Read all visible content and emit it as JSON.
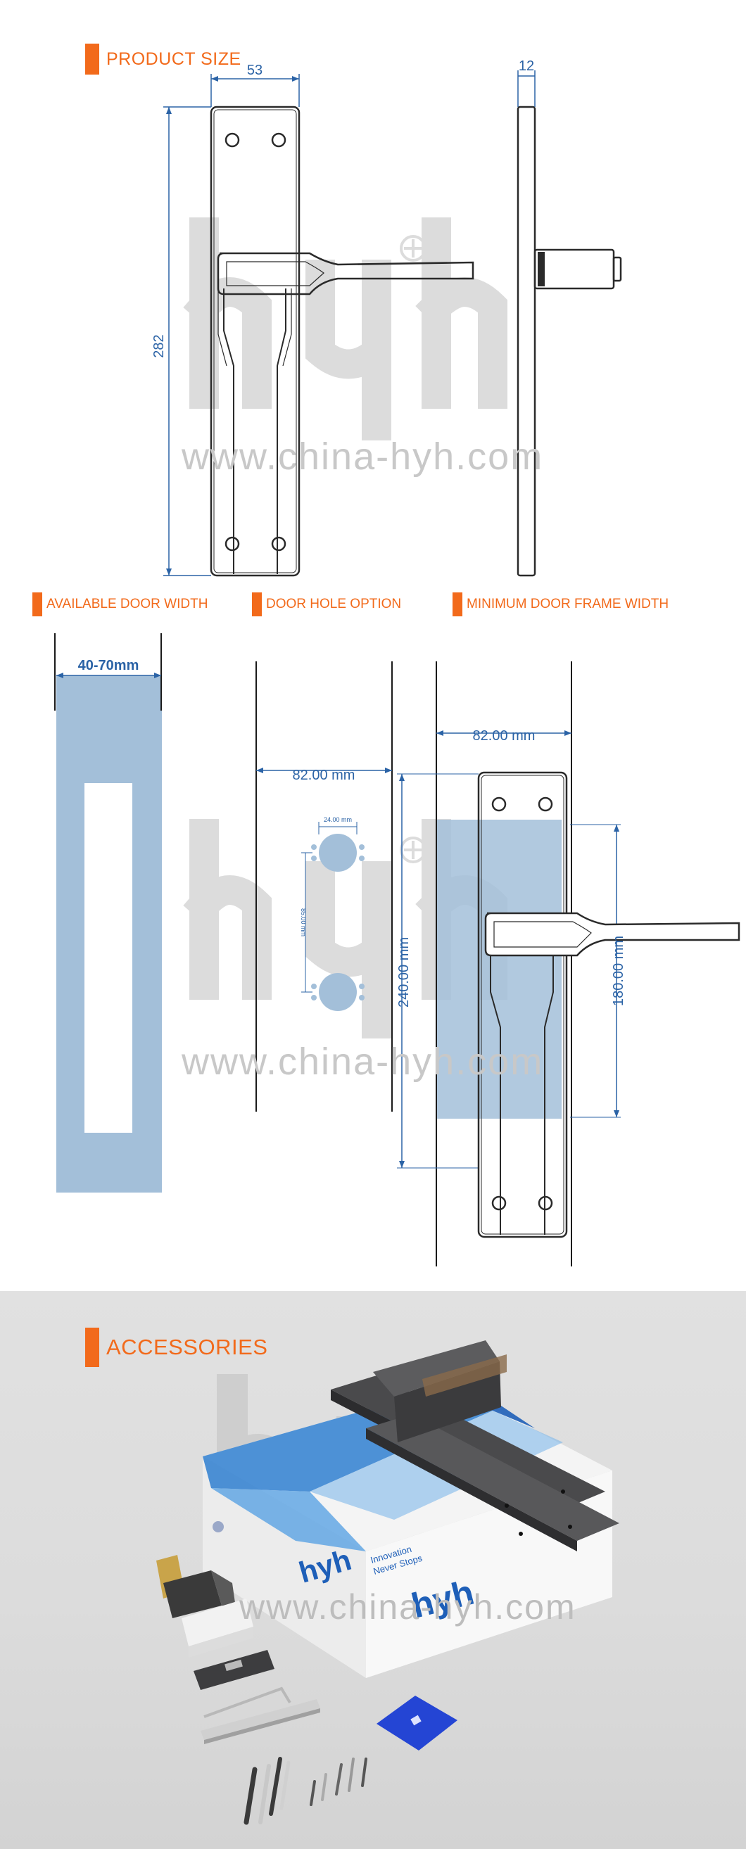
{
  "sections": {
    "product_size": "PRODUCT SIZE",
    "available_door_width": "AVAILABLE DOOR WIDTH",
    "door_hole_option": "DOOR HOLE OPTION",
    "minimum_door_frame_width": "MINIMUM DOOR FRAME WIDTH",
    "accessories": "ACCESSORIES"
  },
  "dimensions": {
    "width": "53",
    "depth": "12",
    "height": "282",
    "door_width": "40-70mm",
    "hole_spacing_h": "82.00 mm",
    "hole_diameter_spacing": "24.00 mm",
    "hole_vertical": "85.00 mm",
    "hole_height": "240.00 mm",
    "frame_width": "82.00 mm",
    "frame_height": "180.00 mm"
  },
  "watermark": {
    "url": "www.china-hyh.com",
    "logo": "hyh"
  },
  "box": {
    "brand": "hyh",
    "tagline_1": "Innovation",
    "tagline_2": "Never Stops"
  },
  "colors": {
    "accent": "#f26a1b",
    "dimension_blue": "#2b63a6",
    "door_blue": "#a3bfd9",
    "watermark_gray": "#d2d2d2"
  }
}
